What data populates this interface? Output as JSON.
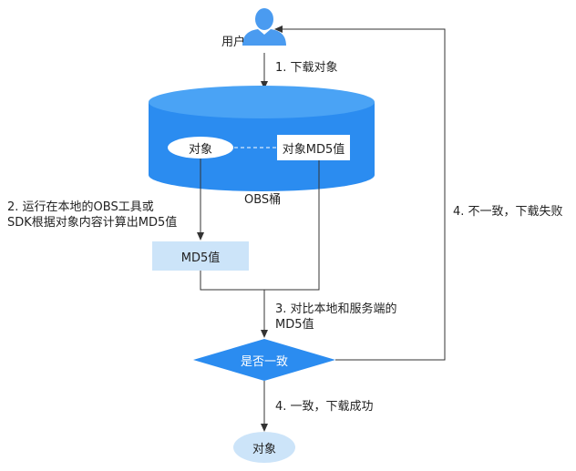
{
  "diagram": {
    "user_label": "用户",
    "step1_label": "1. 下载对象",
    "bucket_label": "OBS桶",
    "object_in_bucket": "对象",
    "bucket_md5_label": "对象MD5值",
    "step2_line1": "2. 运行在本地的OBS工具或",
    "step2_line2": "SDK根据对象内容计算出MD5值",
    "local_md5_label": "MD5值",
    "step3_line1": "3. 对比本地和服务端的",
    "step3_line2": "MD5值",
    "decision_label": "是否一致",
    "step4_fail_label": "4. 不一致，下载失败",
    "step4_success_label": "4. 一致，下载成功",
    "result_object_label": "对象",
    "colors": {
      "primary_blue": "#2b8cf0",
      "light_blue": "#cce4f9",
      "user_blue": "#4a9bf0",
      "line_gray": "#333333"
    }
  }
}
